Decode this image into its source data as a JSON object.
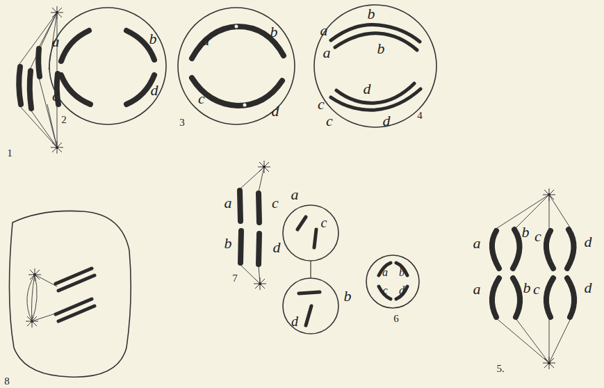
{
  "diagram": {
    "labels": [
      "1",
      "2",
      "a",
      "b",
      "c",
      "d",
      "3",
      "a",
      "b",
      "c",
      "d",
      "4",
      "a",
      "b",
      "a",
      "b",
      "c",
      "d",
      "c",
      "d",
      "5.",
      "a",
      "b",
      "c",
      "d",
      "a",
      "b",
      "c",
      "d",
      "6",
      "a",
      "b",
      "c",
      "d",
      "7",
      "a",
      "c",
      "b",
      "d",
      "a",
      "c",
      "b",
      "d",
      "8"
    ]
  }
}
